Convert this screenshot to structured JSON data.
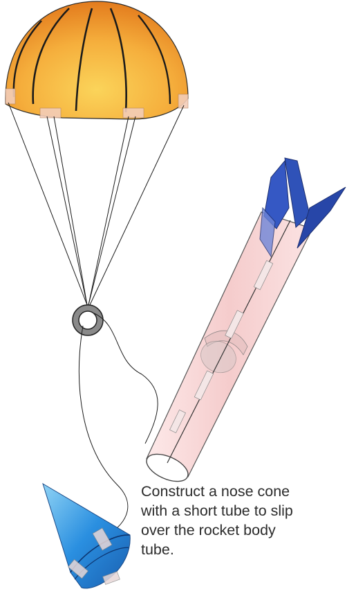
{
  "caption": {
    "lines": [
      "Construct a nose cone",
      "with a short tube to slip",
      "over the rocket body",
      "tube."
    ]
  },
  "colors": {
    "canopy_center": "#f8c24a",
    "canopy_edge": "#e8831f",
    "fin_blue": "#2f52b8",
    "body_pink": "#f6d4d4",
    "nose_blue": "#1f7fcf",
    "tape": "#f2c6b5"
  }
}
